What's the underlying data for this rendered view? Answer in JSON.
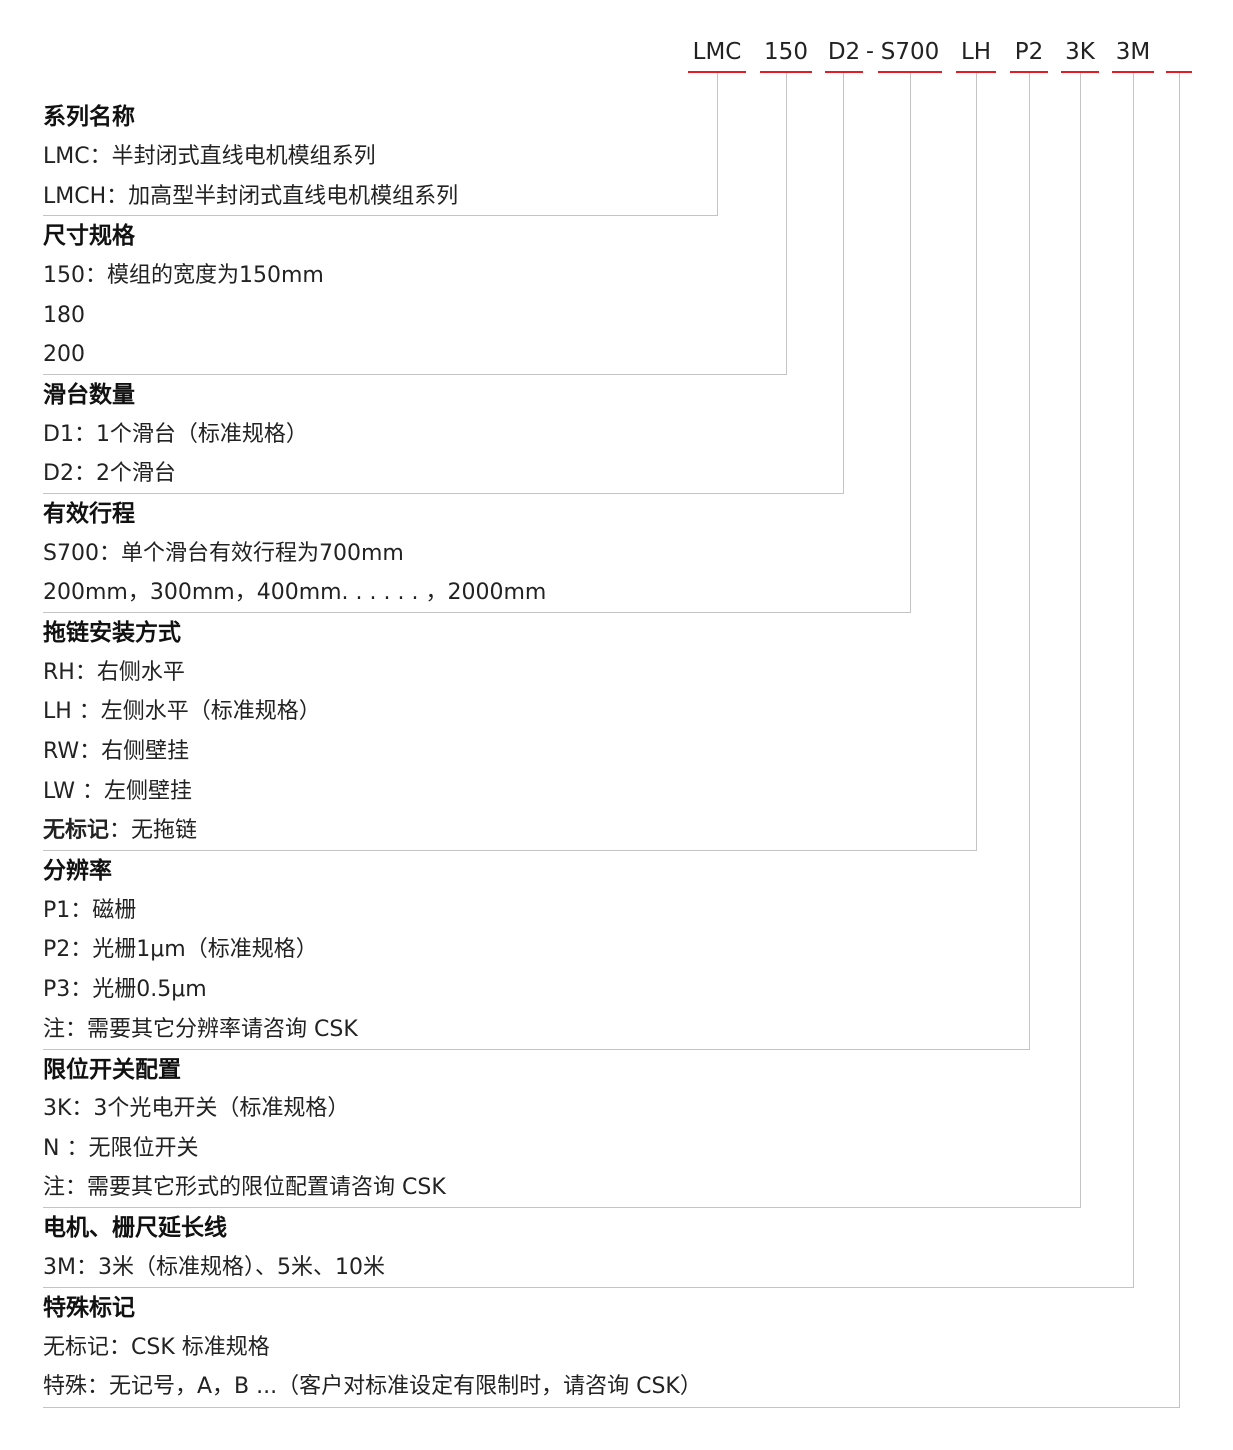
{
  "model_code": {
    "parts": [
      "LMC",
      "150",
      "D2",
      "-",
      "S700",
      "LH",
      "P2",
      "3K",
      "3M"
    ]
  },
  "sections": [
    {
      "heading": "系列名称",
      "lines": [
        "LMC：半封闭式直线电机模组系列",
        "LMCH：加高型半封闭式直线电机模组系列"
      ]
    },
    {
      "heading": "尺寸规格",
      "lines": [
        "150：模组的宽度为150mm",
        "180",
        "200"
      ]
    },
    {
      "heading": "滑台数量",
      "lines": [
        "D1：1个滑台（标准规格）",
        "D2：2个滑台"
      ]
    },
    {
      "heading": "有效行程",
      "lines": [
        "S700：单个滑台有效行程为700mm",
        "200mm，300mm，400mm. . . . . . ，2000mm"
      ]
    },
    {
      "heading": "拖链安装方式",
      "lines": [
        "RH：右侧水平",
        "LH ：左侧水平（标准规格）",
        "RW：右侧壁挂",
        "LW ：左侧壁挂"
      ],
      "extra": {
        "label": "无标记",
        "text": "：无拖链"
      }
    },
    {
      "heading": "分辨率",
      "lines": [
        "P1：磁栅",
        "P2：光栅1μm（标准规格）",
        "P3：光栅0.5μm",
        "注：需要其它分辨率请咨询 CSK"
      ]
    },
    {
      "heading": "限位开关配置",
      "lines": [
        "3K：3个光电开关（标准规格）",
        "N ：无限位开关",
        "注：需要其它形式的限位配置请咨询 CSK"
      ]
    },
    {
      "heading": "电机、栅尺延长线",
      "lines": [
        "3M：3米（标准规格）、5米、10米"
      ]
    },
    {
      "heading": "特殊标记",
      "lines": [
        "无标记：CSK 标准规格",
        "特殊：无记号，A，B ...（客户对标准设定有限制时，请咨询 CSK）"
      ]
    }
  ],
  "colors": {
    "accent_underline": "#e51c23",
    "connector": "#c4c4c4",
    "text": "#222222"
  }
}
